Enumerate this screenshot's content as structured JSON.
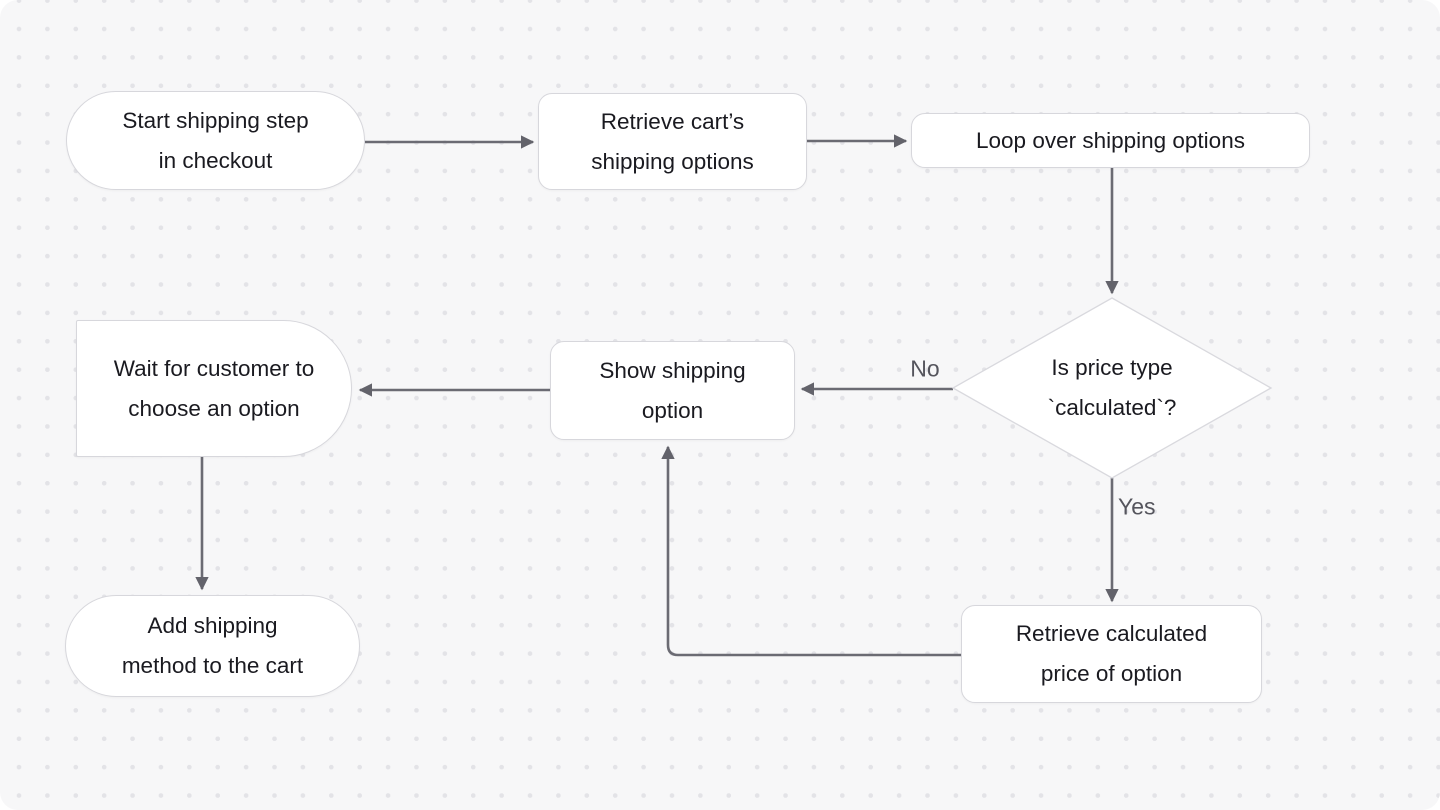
{
  "diagram": {
    "type": "flowchart",
    "topic": "shipping-options-checkout-flow",
    "nodes": [
      {
        "id": "start",
        "shape": "stadium",
        "label": "Start shipping step\nin checkout"
      },
      {
        "id": "retrieve-cart",
        "shape": "process",
        "label": "Retrieve cart’s\nshipping options"
      },
      {
        "id": "loop-options",
        "shape": "process",
        "label": "Loop over shipping options"
      },
      {
        "id": "price-decision",
        "shape": "decision",
        "label": "Is price type\n`calculated`?"
      },
      {
        "id": "show-option",
        "shape": "process",
        "label": "Show shipping\noption"
      },
      {
        "id": "wait-customer",
        "shape": "delay",
        "label": "Wait for customer to\nchoose an option"
      },
      {
        "id": "add-method",
        "shape": "stadium",
        "label": "Add shipping\nmethod to the cart"
      },
      {
        "id": "retrieve-price",
        "shape": "process",
        "label": "Retrieve calculated\nprice of option"
      }
    ],
    "edges": [
      {
        "from": "start",
        "to": "retrieve-cart",
        "label": ""
      },
      {
        "from": "retrieve-cart",
        "to": "loop-options",
        "label": ""
      },
      {
        "from": "loop-options",
        "to": "price-decision",
        "label": ""
      },
      {
        "from": "price-decision",
        "to": "show-option",
        "label": "No"
      },
      {
        "from": "price-decision",
        "to": "retrieve-price",
        "label": "Yes"
      },
      {
        "from": "retrieve-price",
        "to": "show-option",
        "label": ""
      },
      {
        "from": "show-option",
        "to": "wait-customer",
        "label": ""
      },
      {
        "from": "wait-customer",
        "to": "add-method",
        "label": ""
      }
    ],
    "colors": {
      "canvas_bg": "#f7f7f8",
      "grid_dot": "#e3e3e7",
      "node_bg": "#ffffff",
      "node_border": "#d7d7dc",
      "node_text": "#1a1a20",
      "edge_stroke": "#6b6b73",
      "edge_label_text": "#55555d"
    }
  }
}
